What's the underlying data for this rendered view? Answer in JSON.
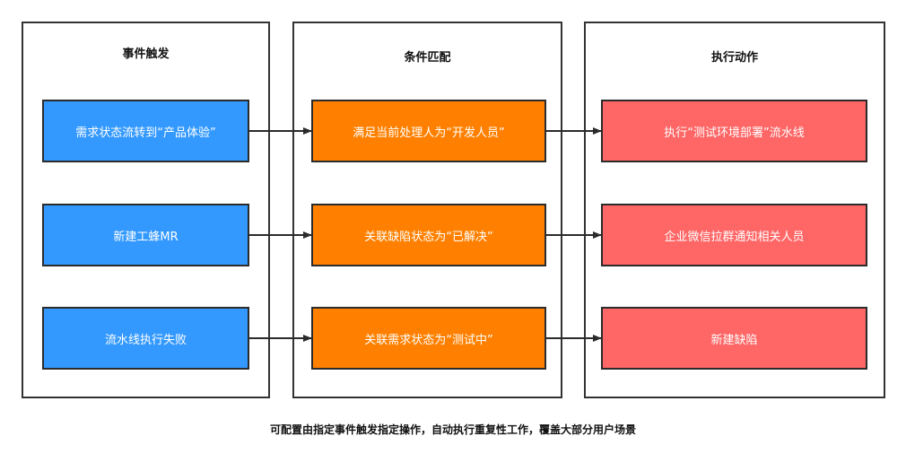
{
  "columns": [
    {
      "title": "事件触发",
      "color": "#3399ff",
      "items": [
        "需求状态流转到“产品体验”",
        "新建工蜂MR",
        "流水线执行失败"
      ]
    },
    {
      "title": "条件匹配",
      "color": "#ff8000",
      "items": [
        "满足当前处理人为“开发人员”",
        "关联缺陷状态为“已解决”",
        "关联需求状态为“测试中”"
      ]
    },
    {
      "title": "执行动作",
      "color": "#ff6666",
      "items": [
        "执行“测试环境部署”流水线",
        "企业微信拉群通知相关人员",
        "新建缺陷"
      ]
    }
  ],
  "footer": "可配置由指定事件触发指定操作，自动执行重复性工作，覆盖大部分用户场景"
}
